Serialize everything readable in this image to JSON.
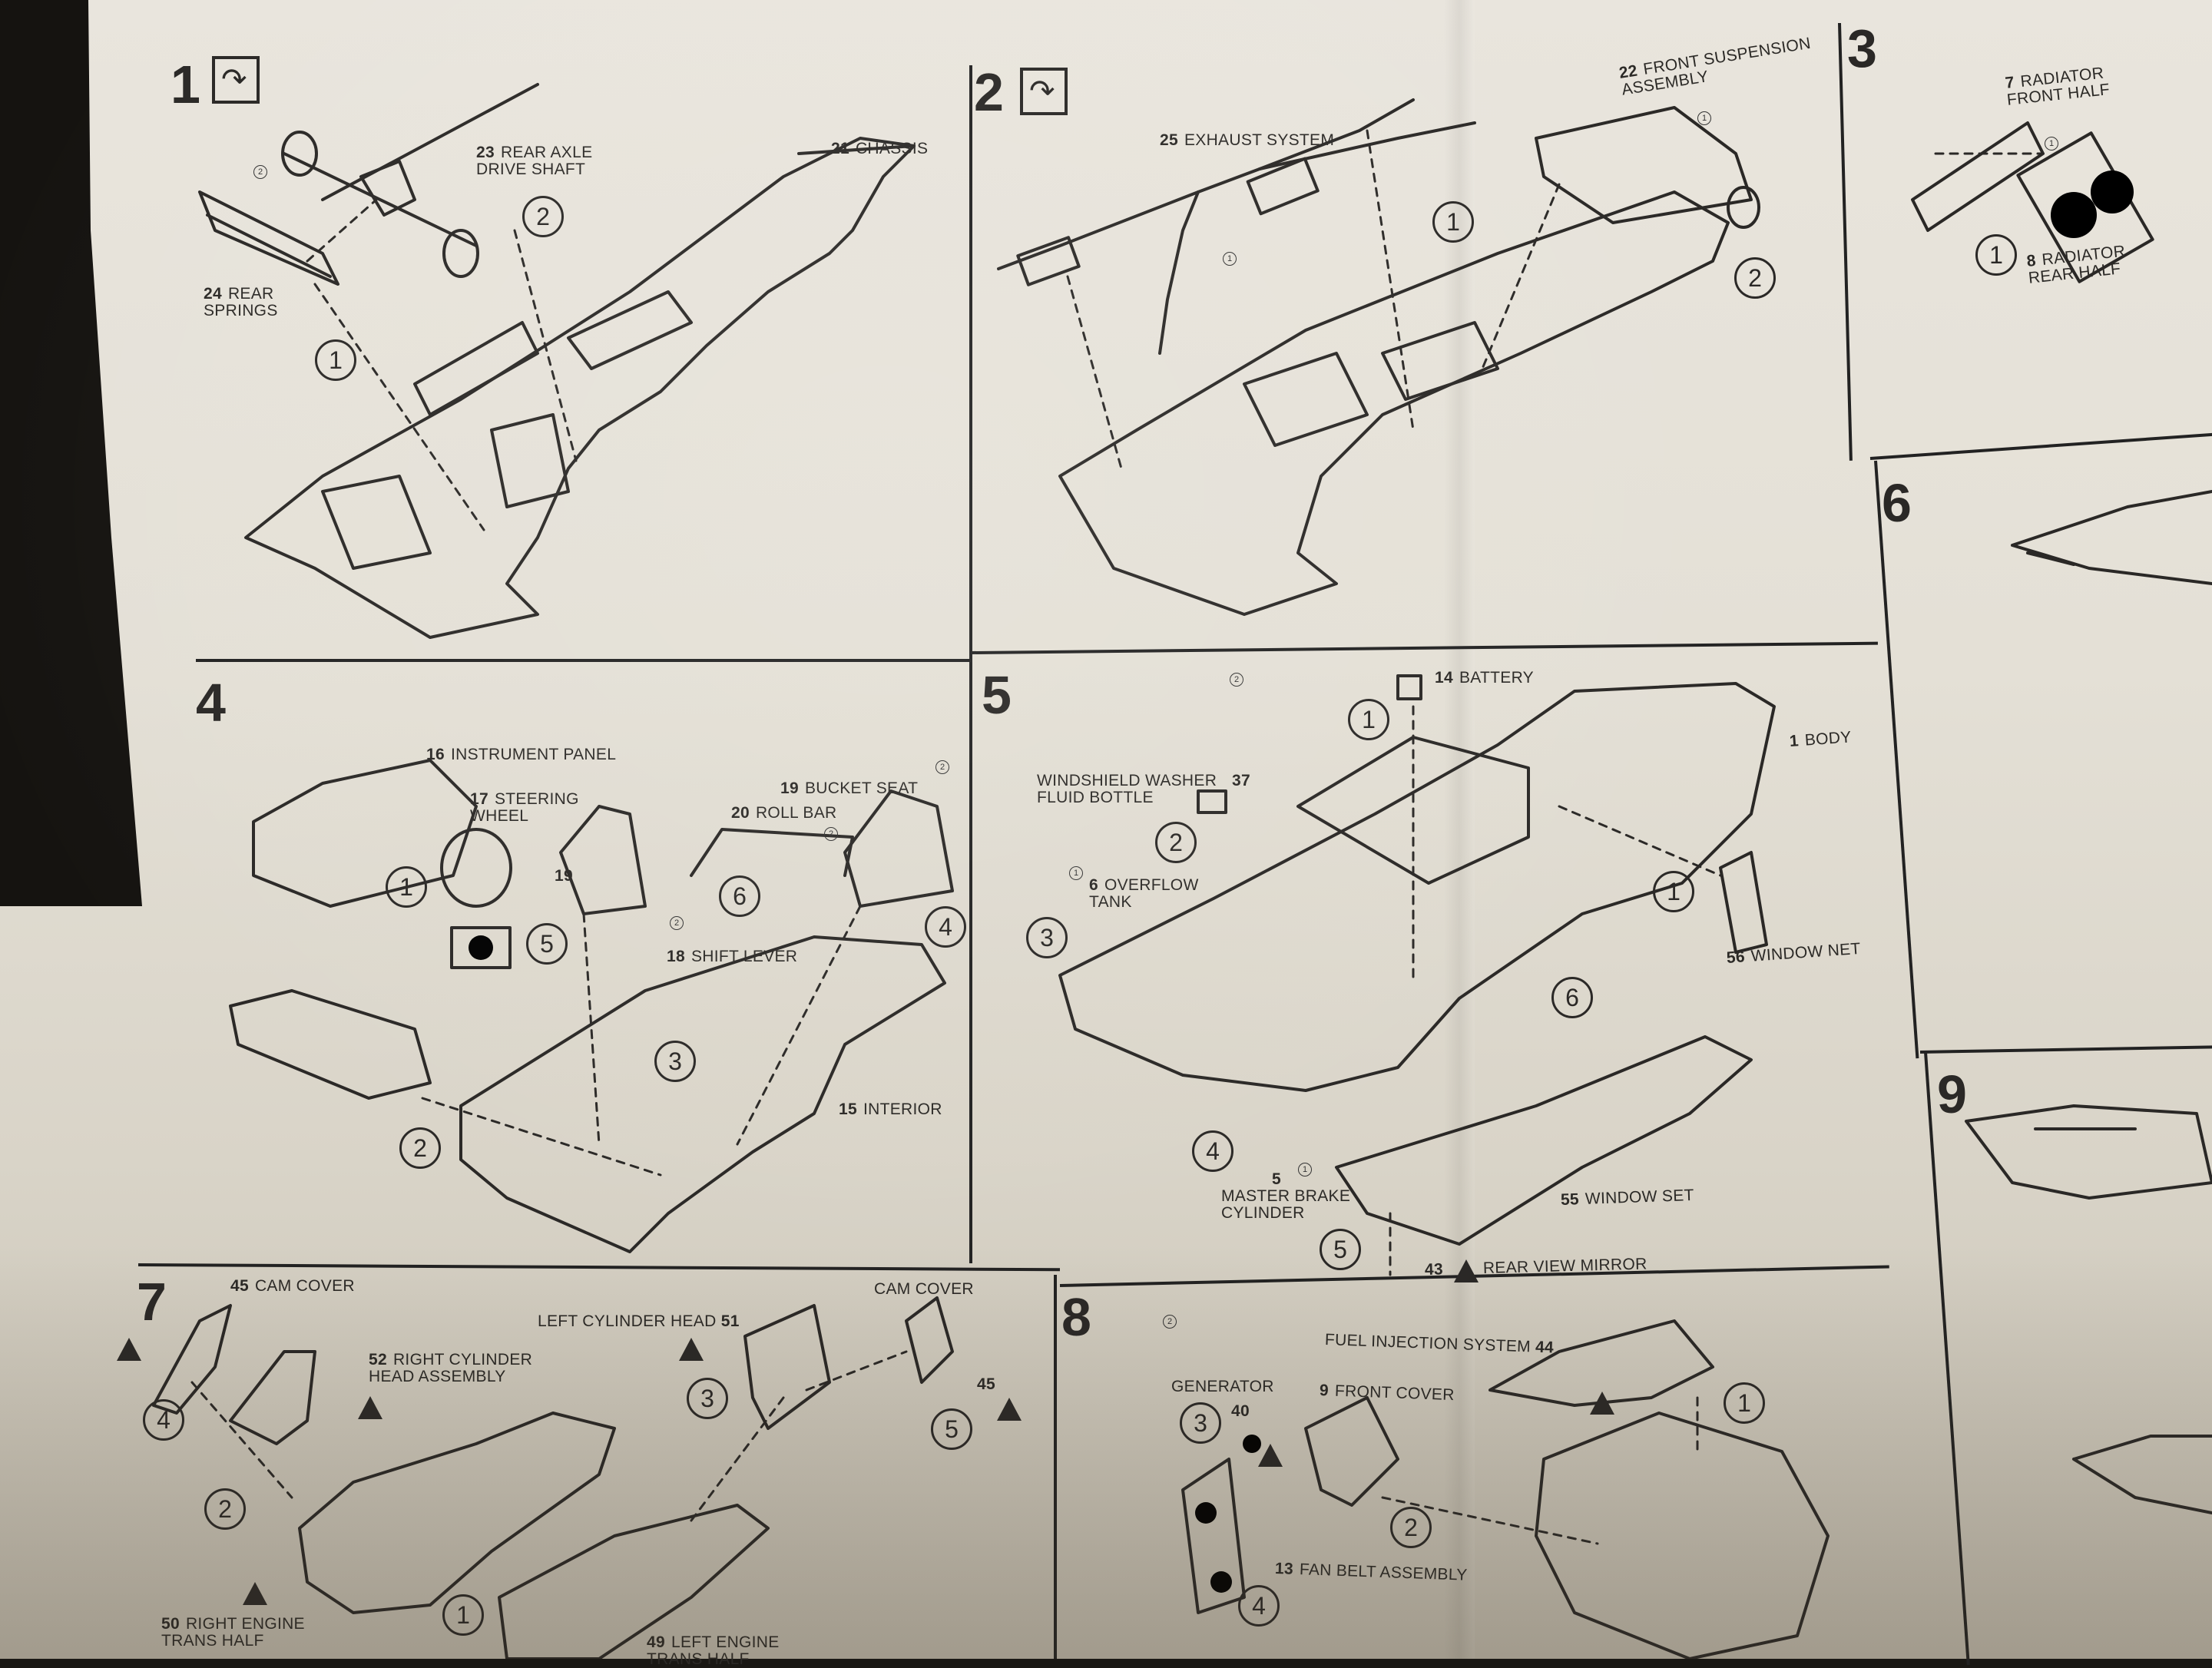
{
  "document": {
    "type": "model kit assembly instructions",
    "steps": [
      {
        "number": "1",
        "has_flip_icon": true,
        "labels": [
          {
            "part": "23",
            "name": "REAR AXLE\nDRIVE SHAFT"
          },
          {
            "part": "21",
            "name": "CHASSIS"
          },
          {
            "part": "24",
            "name": "REAR\nSPRINGS"
          }
        ],
        "order_marks": [
          "2",
          "1"
        ],
        "minor_marks": [
          "2"
        ]
      },
      {
        "number": "2",
        "has_flip_icon": true,
        "labels": [
          {
            "part": "25",
            "name": "EXHAUST SYSTEM"
          },
          {
            "part": "22",
            "name": "FRONT SUSPENSION\nASSEMBLY"
          }
        ],
        "order_marks": [
          "1",
          "2"
        ],
        "minor_marks": [
          "1",
          "1"
        ]
      },
      {
        "number": "3",
        "labels": [
          {
            "part": "7",
            "name": "RADIATOR\nFRONT HALF"
          },
          {
            "part": "8",
            "name": "RADIATOR\nREAR HALF"
          }
        ],
        "order_marks": [
          "1"
        ],
        "minor_marks": [
          "1"
        ]
      },
      {
        "number": "4",
        "labels": [
          {
            "part": "16",
            "name": "INSTRUMENT PANEL"
          },
          {
            "part": "17",
            "name": "STEERING\nWHEEL"
          },
          {
            "part": "19",
            "name": "BUCKET SEAT"
          },
          {
            "part": "19",
            "name": ""
          },
          {
            "part": "20",
            "name": "ROLL BAR"
          },
          {
            "part": "18",
            "name": "SHIFT LEVER"
          },
          {
            "part": "15",
            "name": "INTERIOR"
          }
        ],
        "order_marks": [
          "1",
          "6",
          "4",
          "5",
          "3",
          "2"
        ],
        "minor_marks": [
          "2",
          "2",
          "2"
        ]
      },
      {
        "number": "5",
        "labels": [
          {
            "part": "14",
            "name": "BATTERY"
          },
          {
            "part": "1",
            "name": "BODY"
          },
          {
            "part": "37",
            "name": "WINDSHIELD WASHER\nFLUID BOTTLE"
          },
          {
            "part": "6",
            "name": "OVERFLOW\nTANK"
          },
          {
            "part": "56",
            "name": "WINDOW NET"
          },
          {
            "part": "5",
            "name": "MASTER BRAKE\nCYLINDER"
          },
          {
            "part": "55",
            "name": "WINDOW SET"
          },
          {
            "part": "43",
            "name": "REAR VIEW MIRROR"
          }
        ],
        "order_marks": [
          "1",
          "2",
          "3",
          "1",
          "6",
          "4",
          "5"
        ],
        "minor_marks": [
          "2",
          "1",
          "1"
        ]
      },
      {
        "number": "6",
        "labels": []
      },
      {
        "number": "7",
        "labels": [
          {
            "part": "45",
            "name": "CAM COVER"
          },
          {
            "part": "52",
            "name": "RIGHT CYLINDER\nHEAD ASSEMBLY"
          },
          {
            "part": "51",
            "name": "LEFT CYLINDER HEAD"
          },
          {
            "part": "45",
            "name": "CAM COVER"
          },
          {
            "part": "50",
            "name": "RIGHT ENGINE\nTRANS HALF"
          },
          {
            "part": "49",
            "name": "LEFT ENGINE\nTRANS HALF"
          }
        ],
        "order_marks": [
          "4",
          "2",
          "1",
          "3",
          "5"
        ]
      },
      {
        "number": "8",
        "labels": [
          {
            "part": "44",
            "name": "FUEL INJECTION SYSTEM"
          },
          {
            "part": "40",
            "name": "GENERATOR"
          },
          {
            "part": "9",
            "name": "FRONT COVER"
          },
          {
            "part": "13",
            "name": "FAN BELT ASSEMBLY"
          }
        ],
        "order_marks": [
          "3",
          "1",
          "2",
          "4"
        ],
        "minor_marks": [
          "2"
        ]
      },
      {
        "number": "9",
        "labels": []
      }
    ]
  },
  "colors": {
    "paper": "#e6e2d9",
    "ink": "#2a2826",
    "background": "#151310"
  }
}
